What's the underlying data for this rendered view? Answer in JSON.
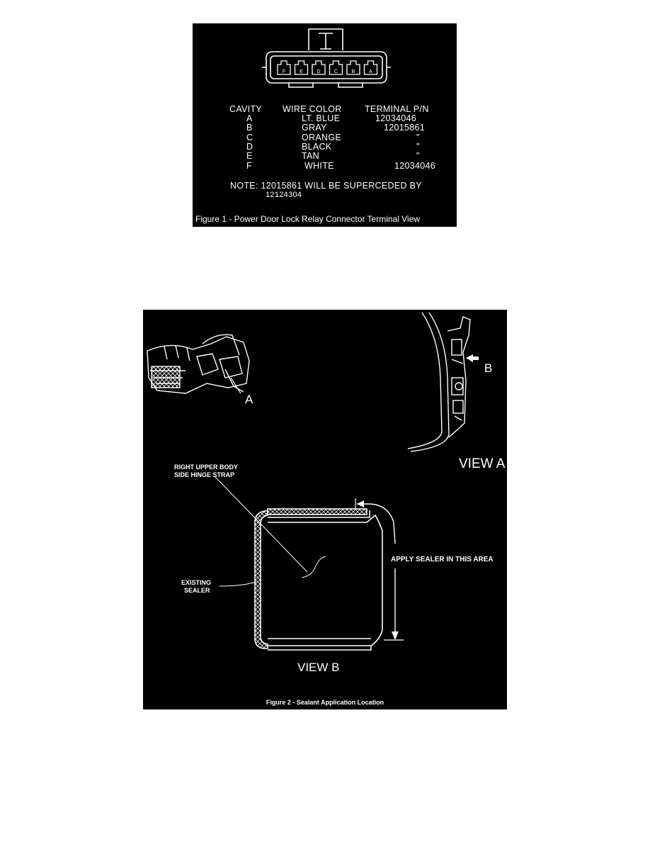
{
  "figure1": {
    "caption": "Figure 1 - Power Door Lock Relay Connector Terminal View",
    "headers": {
      "cavity": "CAVITY",
      "wire_color": "WIRE COLOR",
      "terminal_pn": "TERMINAL P/N"
    },
    "rows": [
      {
        "cavity": "A",
        "color": "LT. BLUE",
        "pn": "12034046"
      },
      {
        "cavity": "B",
        "color": "GRAY",
        "pn": "12015861"
      },
      {
        "cavity": "C",
        "color": "ORANGE",
        "pn": "\""
      },
      {
        "cavity": "D",
        "color": "BLACK",
        "pn": "\""
      },
      {
        "cavity": "E",
        "color": "TAN",
        "pn": "\""
      },
      {
        "cavity": "F",
        "color": "WHITE",
        "pn": "12034046"
      }
    ],
    "pin_letters": [
      "F",
      "E",
      "D",
      "C",
      "B",
      "A"
    ],
    "note_line1": "NOTE:  12015861 WILL BE SUPERCEDED BY",
    "note_line2": "12124304"
  },
  "figure2": {
    "caption": "Figure 2 - Sealant  Application Location",
    "label_a": "A",
    "label_b": "B",
    "view_a": "VIEW A",
    "view_b": "VIEW B",
    "hinge_strap_line1": "RIGHT UPPER BODY",
    "hinge_strap_line2": "SIDE HINGE STRAP",
    "apply_sealer": "APPLY SEALER IN THIS AREA",
    "existing_sealer_line1": "EXISTING",
    "existing_sealer_line2": "SEALER"
  }
}
